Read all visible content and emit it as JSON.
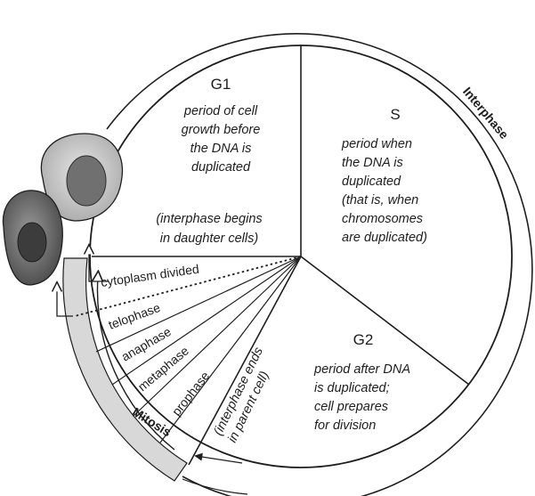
{
  "figure": {
    "ring_label": "Interphase",
    "mitosis_label": "Mitosis",
    "colors": {
      "ink": "#1e1e1e",
      "ring_fill": "#ffffff",
      "mitosis_band": "#d8d8d8",
      "cell_outer": "#bcbcbc",
      "cell_inner": "#8a8a8a",
      "cell_dark": "#5a5a5a"
    }
  },
  "sectors": {
    "g1": {
      "name": "G1",
      "desc": [
        "period of cell",
        "growth before",
        "the DNA is",
        "duplicated"
      ],
      "note": [
        "(interphase begins",
        "in daughter cells)"
      ]
    },
    "s": {
      "name": "S",
      "desc": [
        "period when",
        "the DNA is",
        "duplicated",
        "(that is, when",
        "chromosomes",
        "are duplicated)"
      ]
    },
    "g2": {
      "name": "G2",
      "desc": [
        "period after DNA",
        "is duplicated;",
        "cell prepares",
        "for division"
      ]
    }
  },
  "mitosis_segments": [
    "cytoplasm divided",
    "telophase",
    "anaphase",
    "metaphase",
    "prophase"
  ],
  "interphase_end_note": [
    "(interphase ends",
    "in parent cell)"
  ]
}
